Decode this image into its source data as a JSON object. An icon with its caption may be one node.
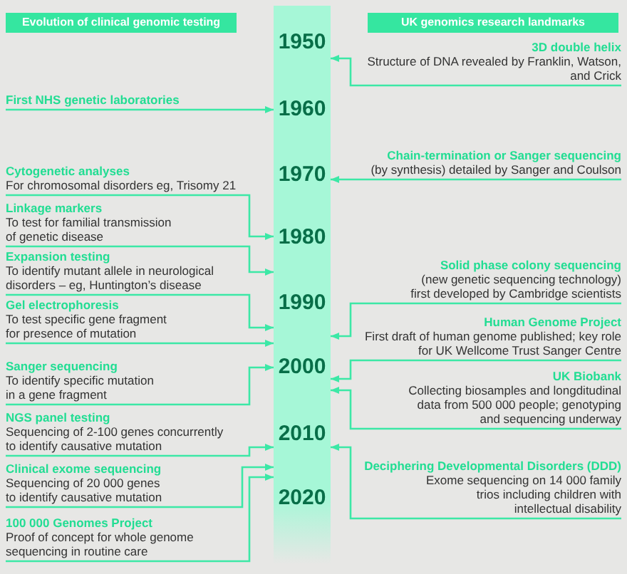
{
  "diagram": {
    "nodes": [
      {
        "text": [
          "Evolution of clinical genomic testing"
        ]
      },
      {
        "text": [
          "UK genomics research landmarks"
        ]
      },
      {
        "text": [
          "1950",
          "1960",
          "1970",
          "1980",
          "1990",
          "2000",
          "2010",
          "2020"
        ]
      },
      {
        "text": [
          "First NHS genetic laboratories"
        ]
      },
      {
        "text": [
          "Cytogenetic analyses",
          "For chromosomal disorders eg, Trisomy 21"
        ]
      },
      {
        "text": [
          "Linkage markers",
          "To test for familial transmission of genetic disease"
        ]
      },
      {
        "text": [
          "Expansion testing",
          "To identify mutant allele in neurological disorders – eg, Huntington’s disease"
        ]
      },
      {
        "text": [
          "Gel electrophoresis",
          "To test specific gene fragment for presence of mutation"
        ]
      },
      {
        "text": [
          "Sanger sequencing",
          "To identify specific mutation in a gene fragment"
        ]
      },
      {
        "text": [
          "NGS panel testing",
          "Sequencing of 2-100 genes concurrently to identify causative mutation"
        ]
      },
      {
        "text": [
          "Clinical exome sequencing",
          "Sequencing of 20 000 genes to identify causative mutation"
        ]
      },
      {
        "text": [
          "100 000 Genomes Project",
          "Proof of concept for whole genome sequencing in routine care"
        ]
      },
      {
        "text": [
          "3D double helix",
          "Structure of DNA revealed by Franklin, Watson, and Crick"
        ]
      },
      {
        "text": [
          "Chain-termination or Sanger sequencing",
          "(by synthesis) detailed by Sanger and Coulson"
        ]
      },
      {
        "text": [
          "Solid phase colony sequencing",
          "(new genetic sequencing technology) first developed by Cambridge scientists"
        ]
      },
      {
        "text": [
          "Human Genome Project",
          "First draft of human genome published; key role for UK Wellcome Trust Sanger Centre"
        ]
      },
      {
        "text": [
          "UK Biobank",
          "Collecting biosamples and longditudinal data from 500 000 people; genotyping and sequencing underway"
        ]
      },
      {
        "text": [
          "Deciphering Developmental Disorders (DDD)",
          "Exome sequencing on 14 000 family trios including children with intellectual disability"
        ]
      }
    ],
    "edges": [
      {
        "from": 3,
        "to": 2,
        "arrow": "to"
      },
      {
        "from": 4,
        "to": 2,
        "arrow": "to"
      },
      {
        "from": 5,
        "to": 2,
        "arrow": "to"
      },
      {
        "from": 6,
        "to": 2,
        "arrow": "to"
      },
      {
        "from": 7,
        "to": 2,
        "arrow": "to"
      },
      {
        "from": 8,
        "to": 2,
        "arrow": "to"
      },
      {
        "from": 9,
        "to": 2,
        "arrow": "to"
      },
      {
        "from": 10,
        "to": 2,
        "arrow": "to"
      },
      {
        "from": 11,
        "to": 2,
        "arrow": "to"
      },
      {
        "from": 12,
        "to": 2,
        "arrow": "to"
      },
      {
        "from": 13,
        "to": 2,
        "arrow": "to"
      },
      {
        "from": 14,
        "to": 2,
        "arrow": "to"
      },
      {
        "from": 15,
        "to": 2,
        "arrow": "to"
      },
      {
        "from": 16,
        "to": 2,
        "arrow": "to"
      },
      {
        "from": 17,
        "to": 2,
        "arrow": "to"
      }
    ]
  }
}
